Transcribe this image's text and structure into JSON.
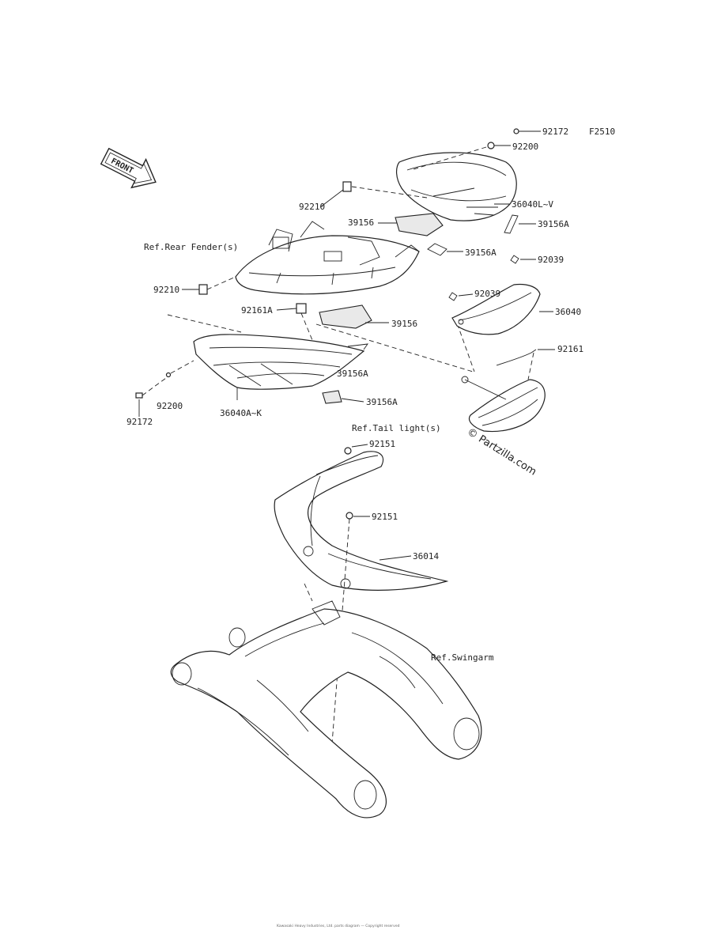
{
  "figure_code": "F2510",
  "front_label": "FRONT",
  "watermark": "© Partzilla.com",
  "references": {
    "rear_fender": "Ref.Rear Fender(s)",
    "tail_light": "Ref.Tail light(s)",
    "swingarm": "Ref.Swingarm"
  },
  "callouts": [
    {
      "id": "c1",
      "text": "92172"
    },
    {
      "id": "c2",
      "text": "92200"
    },
    {
      "id": "c3",
      "text": "92210"
    },
    {
      "id": "c4",
      "text": "39156"
    },
    {
      "id": "c5",
      "text": "36040L~V"
    },
    {
      "id": "c6",
      "text": "39156A"
    },
    {
      "id": "c7",
      "text": "39156A"
    },
    {
      "id": "c8",
      "text": "92039"
    },
    {
      "id": "c9",
      "text": "92039"
    },
    {
      "id": "c10",
      "text": "36040"
    },
    {
      "id": "c11",
      "text": "92210"
    },
    {
      "id": "c12",
      "text": "92161A"
    },
    {
      "id": "c13",
      "text": "39156"
    },
    {
      "id": "c14",
      "text": "92161"
    },
    {
      "id": "c15",
      "text": "39156A"
    },
    {
      "id": "c16",
      "text": "39156A"
    },
    {
      "id": "c17",
      "text": "92200"
    },
    {
      "id": "c18",
      "text": "36040A~K"
    },
    {
      "id": "c19",
      "text": "92172"
    },
    {
      "id": "c20",
      "text": "92151"
    },
    {
      "id": "c21",
      "text": "92151"
    },
    {
      "id": "c22",
      "text": "36014"
    }
  ],
  "footer": "Kawasaki Heavy Industries, Ltd. parts diagram — Copyright reserved"
}
